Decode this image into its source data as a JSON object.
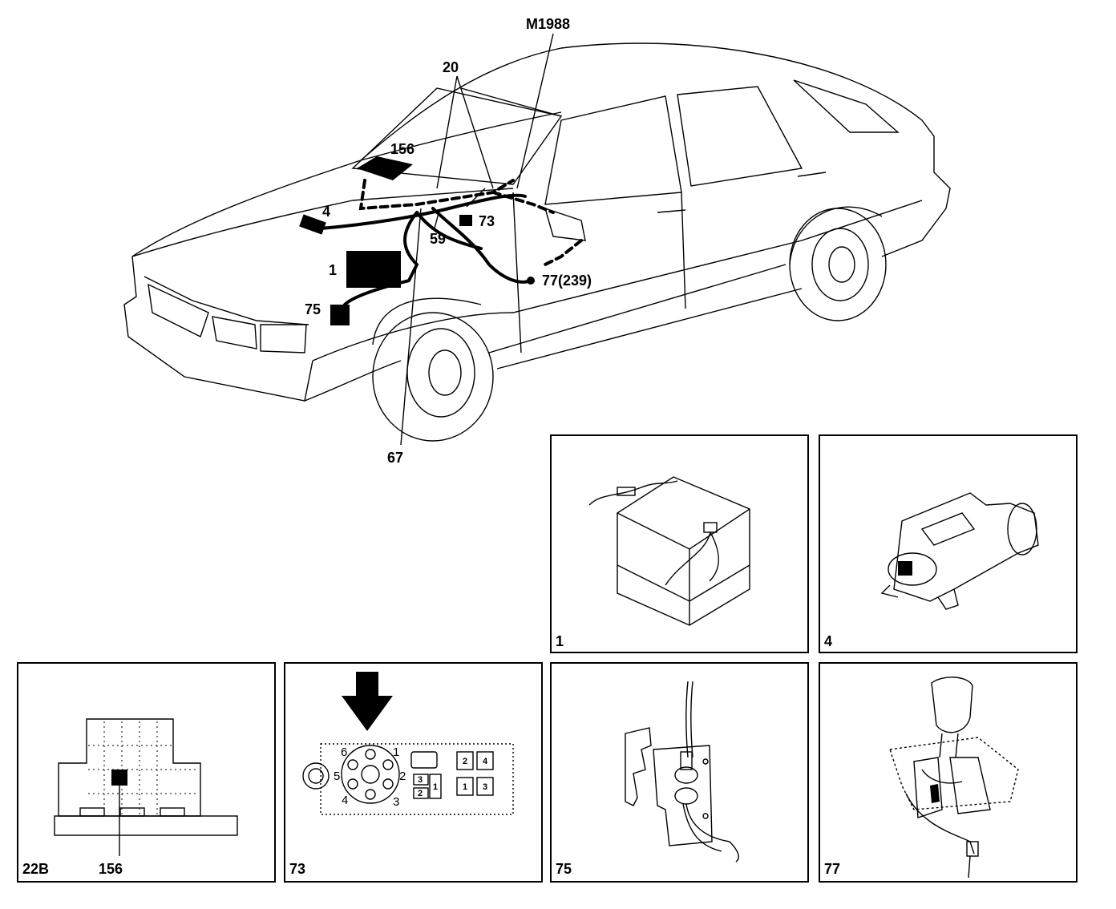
{
  "diagram_id": "M1988",
  "callouts": [
    "20",
    "156",
    "4",
    "73",
    "59",
    "1",
    "75",
    "77(239)",
    "67"
  ],
  "panels": [
    {
      "id": "1",
      "caption": "1"
    },
    {
      "id": "4",
      "caption": "4"
    },
    {
      "id": "22B",
      "caption": "22B",
      "item": "156"
    },
    {
      "id": "73",
      "caption": "73"
    },
    {
      "id": "75",
      "caption": "75"
    },
    {
      "id": "77",
      "caption": "77"
    }
  ],
  "connector_73": {
    "round_pins": [
      "6",
      "1",
      "5",
      "2",
      "4",
      "3"
    ],
    "blade_terminals": [
      "3",
      "2",
      "1",
      "2",
      "4",
      "1",
      "3"
    ]
  }
}
